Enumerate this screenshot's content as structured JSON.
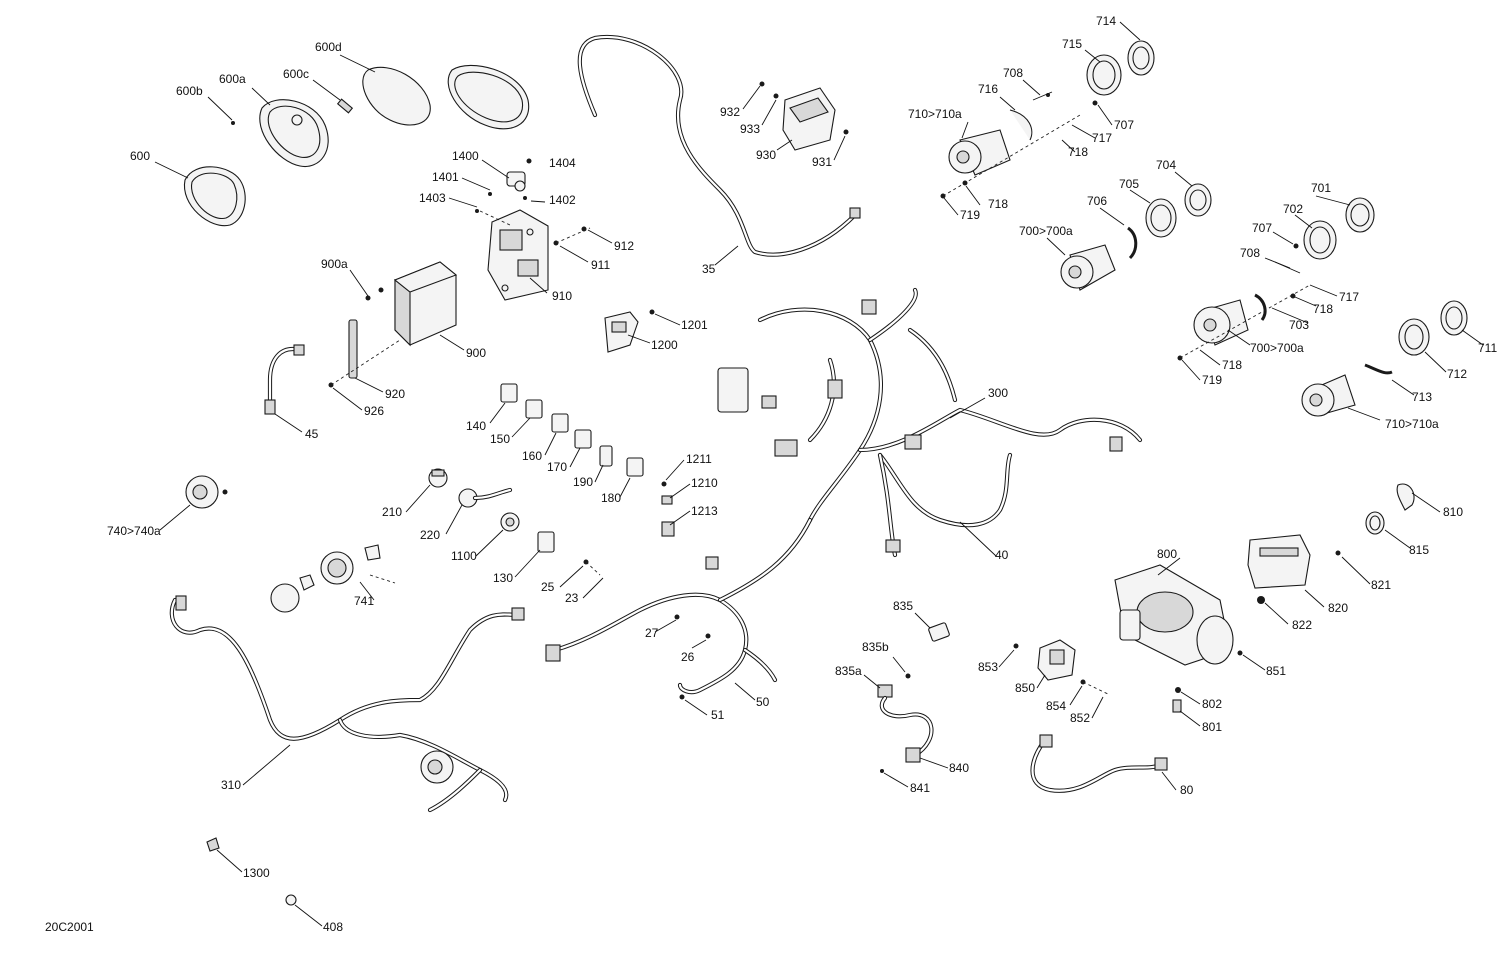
{
  "figure_id": "20C2001",
  "labels": [
    "600d",
    "600a",
    "600c",
    "600b",
    "600",
    "1400",
    "1404",
    "1401",
    "1402",
    "1403",
    "912",
    "911",
    "910",
    "900a",
    "900",
    "920",
    "926",
    "45",
    "932",
    "933",
    "930",
    "931",
    "35",
    "714",
    "715",
    "708",
    "716",
    "707",
    "710>710a",
    "717",
    "718",
    "718",
    "719",
    "706",
    "705",
    "704",
    "700>700a",
    "701",
    "702",
    "707",
    "708",
    "718",
    "717",
    "703",
    "700>700a",
    "711",
    "718",
    "712",
    "719",
    "713",
    "710>710a",
    "1201",
    "1200",
    "300",
    "140",
    "150",
    "160",
    "170",
    "190",
    "180",
    "1211",
    "1210",
    "1213",
    "210",
    "220",
    "1100",
    "130",
    "25",
    "23",
    "741",
    "740>740a",
    "27",
    "26",
    "50",
    "51",
    "310",
    "40",
    "810",
    "815",
    "800",
    "821",
    "820",
    "822",
    "835",
    "835b",
    "835a",
    "853",
    "850",
    "854",
    "852",
    "851",
    "802",
    "801",
    "840",
    "841",
    "80",
    "1300",
    "408"
  ]
}
